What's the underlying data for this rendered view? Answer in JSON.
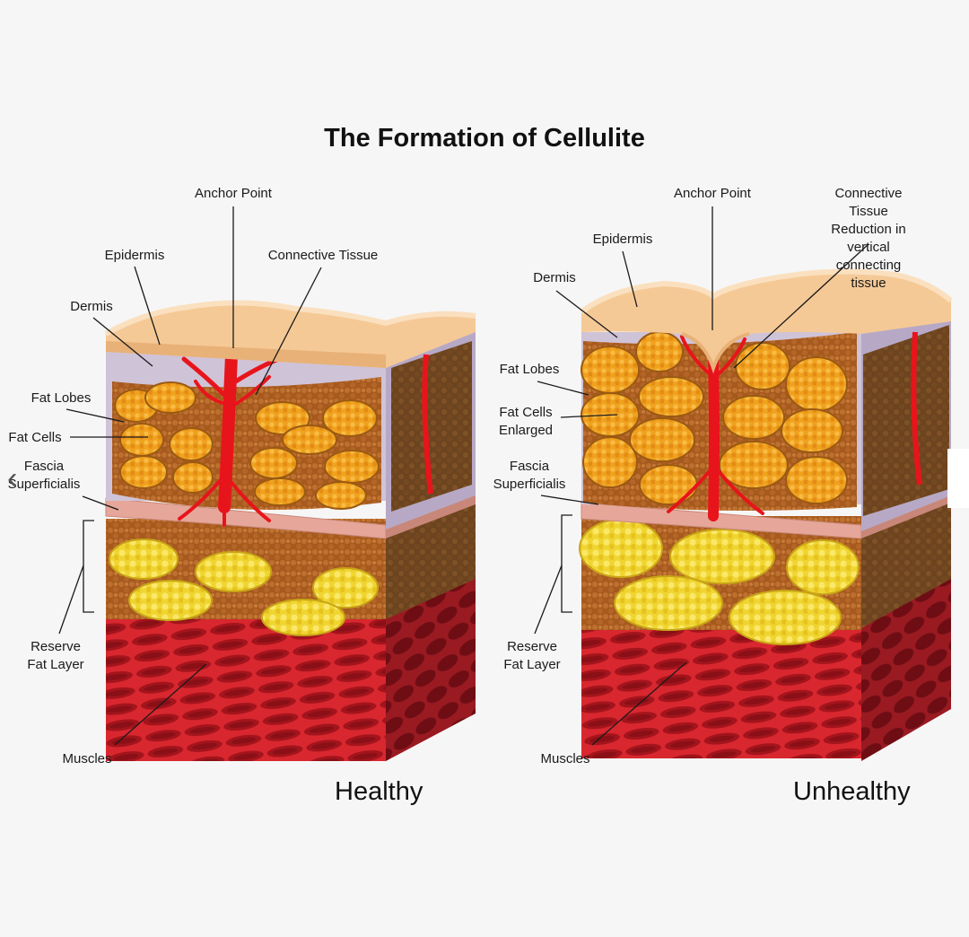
{
  "title": "The Formation of Cellulite",
  "nav": {
    "prev_icon": "chevron-left-icon",
    "prev_glyph": "‹"
  },
  "healthy": {
    "heading": "Healthy",
    "labels": {
      "anchor_point": "Anchor Point",
      "epidermis": "Epidermis",
      "connective_tissue": "Connective Tissue",
      "dermis": "Dermis",
      "fat_lobes": "Fat Lobes",
      "fat_cells": "Fat Cells",
      "fascia": "Fascia\nSuperficialis",
      "reserve_fat": "Reserve\nFat Layer",
      "muscles": "Muscles"
    }
  },
  "unhealthy": {
    "heading": "Unhealthy",
    "labels": {
      "anchor_point": "Anchor Point",
      "connective_reduction": "Connective Tissue\nReduction in vertical\nconnecting tissue",
      "epidermis": "Epidermis",
      "dermis": "Dermis",
      "fat_lobes": "Fat Lobes",
      "fat_cells_enlarged": "Fat Cells\nEnlarged",
      "fascia": "Fascia\nSuperficialis",
      "reserve_fat": "Reserve\nFat Layer",
      "muscles": "Muscles"
    }
  },
  "colors": {
    "skin": "#f5c996",
    "skin_light": "#fae0bf",
    "dermis": "#cfc3d8",
    "fat_bg": "#a65a1e",
    "fat_lobe": "#f0a11e",
    "fascia": "#e6a79a",
    "reserve_fat": "#f0d531",
    "muscle": "#c8232b",
    "connective": "#e8141b",
    "side_dark": "#6d4420"
  }
}
